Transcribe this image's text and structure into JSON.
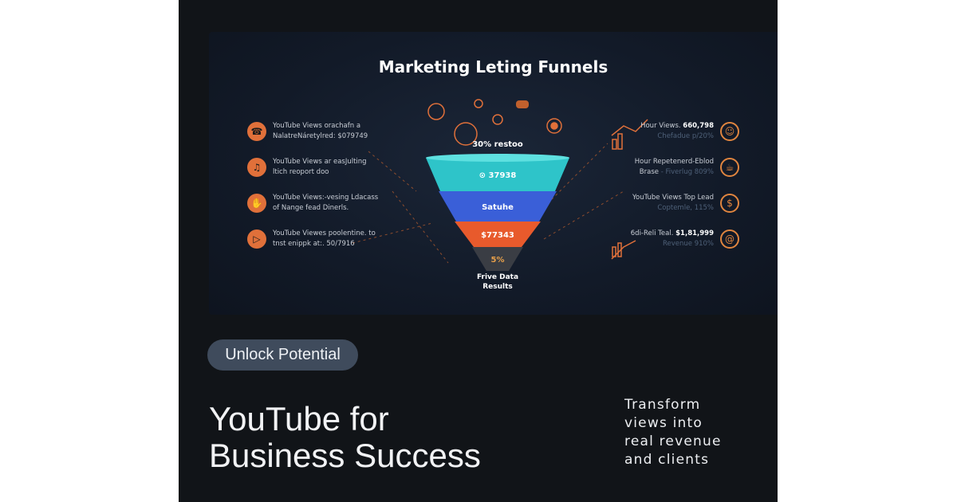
{
  "hero": {
    "title": "Marketing Leting Funnels",
    "funnel_top_label": "30% restoo",
    "funnel_stages": [
      {
        "label": "⊙ 37938",
        "color": "#2ec4c9"
      },
      {
        "label": "Satuhe",
        "color": "#3a5fd8"
      },
      {
        "label": "$77343",
        "color": "#e85a2c"
      },
      {
        "label": "5%",
        "color": "#3a3d44"
      }
    ],
    "funnel_bottom_label": "Frive Data\nResults",
    "left_items": [
      {
        "icon": "phone-icon",
        "line1": "YouTube Views orachafn a",
        "line2": "NalatreNáretylred: $079749"
      },
      {
        "icon": "headphones-icon",
        "line1": "YouTube Views ar easJulting",
        "line2": "ltich reoport doo"
      },
      {
        "icon": "handshake-icon",
        "line1": "YouTube Views:-vesing Ldacass",
        "line2": "of Nange fead Dinerls."
      },
      {
        "icon": "play-icon",
        "line1": "YouTube Viewes poolentine. to",
        "line2": "tnst enippk at:. 50/7916"
      }
    ],
    "right_items": [
      {
        "icon": "person-icon",
        "line1": "Hour Views.",
        "value": "660,798",
        "line2": "Chefadue p/20%"
      },
      {
        "icon": "mug-icon",
        "line1": "Hour Repetenerd-Eblod",
        "line1b": "Brase",
        "line2": "- Fiverlug 809%"
      },
      {
        "icon": "dollar-icon",
        "line1": "YouTube Views Top Lead",
        "line2": "Coptemle, 115%"
      },
      {
        "icon": "at-icon",
        "line1": "6di-Reli Teal.",
        "value": "$1,81,999",
        "line2": "Revenue 910%"
      }
    ],
    "accent_color": "#e0703a"
  },
  "badge": "Unlock Potential",
  "title_line1": "YouTube for",
  "title_line2": "Business Success",
  "tagline": [
    "Transform",
    "views into",
    "real revenue",
    "and clients"
  ]
}
